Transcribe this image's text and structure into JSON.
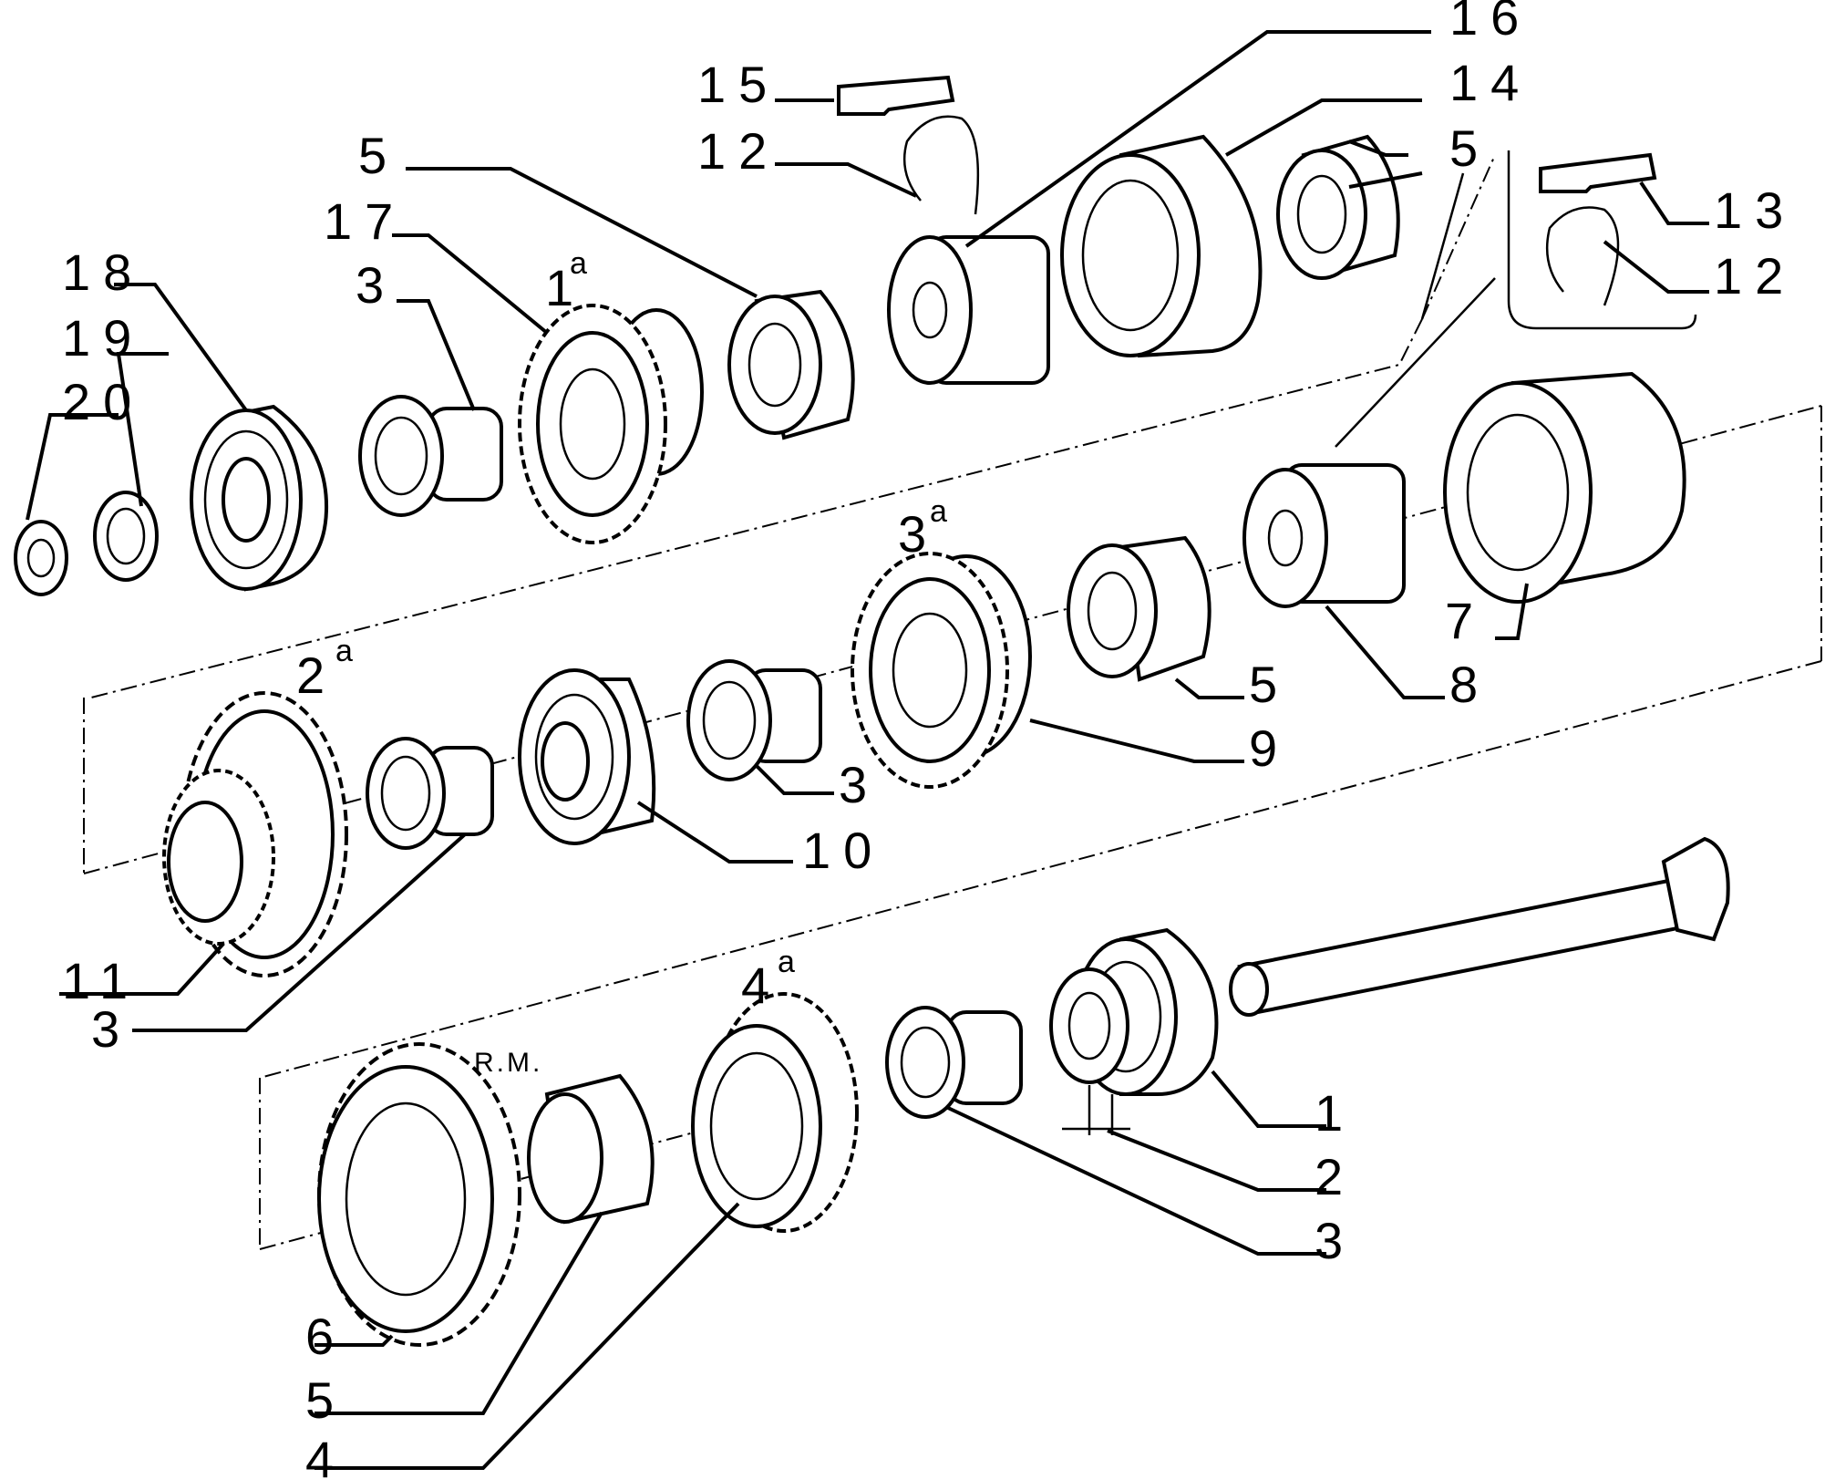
{
  "diagram": {
    "callouts": {
      "c1": "1",
      "c2": "2",
      "c3a": "3",
      "c3b": "3",
      "c3c": "3",
      "c3d": "3",
      "c4": "4",
      "c5a": "5",
      "c5b": "5",
      "c5c": "5",
      "c5d": "5",
      "c6": "6",
      "c7": "7",
      "c8": "8",
      "c9": "9",
      "c10": "10",
      "c11": "11",
      "c12a": "12",
      "c12b": "12",
      "c13": "13",
      "c14": "14",
      "c15": "15",
      "c16": "16",
      "c17": "17",
      "c18": "18",
      "c19": "19",
      "c20": "20"
    },
    "gear_labels": {
      "first": {
        "num": "1",
        "sup": "a"
      },
      "second": {
        "num": "2",
        "sup": "a"
      },
      "third": {
        "num": "3",
        "sup": "a"
      },
      "fourth": {
        "num": "4",
        "sup": "a"
      },
      "reverse": "R.M."
    }
  }
}
